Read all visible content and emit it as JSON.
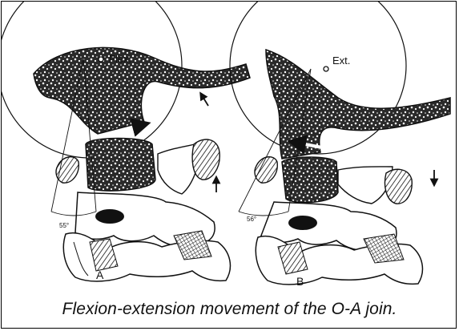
{
  "figure": {
    "caption": "Flexion-extension movement of the O-A join.",
    "panel_a": {
      "letter": "A",
      "movement_label": "Flex.",
      "angle_label": "55°"
    },
    "panel_b": {
      "letter": "B",
      "movement_label": "Ext.",
      "angle_label": "56°"
    },
    "colors": {
      "ink": "#111111",
      "paper": "#ffffff"
    }
  }
}
